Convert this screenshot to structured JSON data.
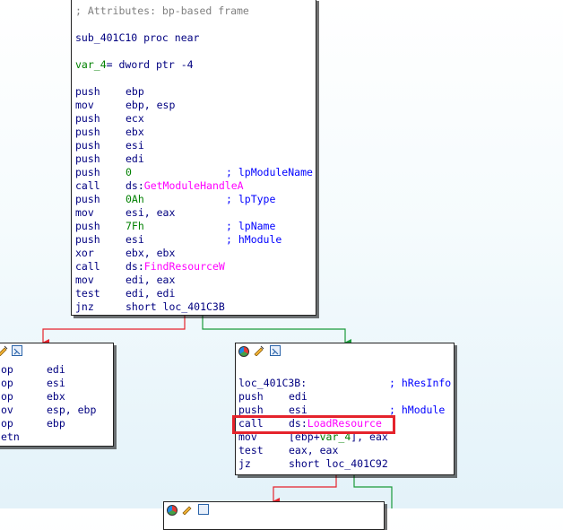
{
  "main_block": {
    "lines": [
      {
        "t": "comment",
        "text": "; Attributes: bp-based frame"
      },
      {
        "t": "blank"
      },
      {
        "t": "plain",
        "text": "sub_401C10 proc near"
      },
      {
        "t": "blank"
      },
      {
        "t": "vardef",
        "name": "var_4",
        "rest": "= dword ptr -4"
      },
      {
        "t": "blank"
      },
      {
        "t": "ins",
        "op": "push",
        "a": "ebp"
      },
      {
        "t": "ins",
        "op": "mov",
        "a": "ebp, esp"
      },
      {
        "t": "ins",
        "op": "push",
        "a": "ecx"
      },
      {
        "t": "ins",
        "op": "push",
        "a": "ebx"
      },
      {
        "t": "ins",
        "op": "push",
        "a": "esi"
      },
      {
        "t": "ins",
        "op": "push",
        "a": "edi"
      },
      {
        "t": "ins",
        "op": "push",
        "num": "0",
        "cmt": "; lpModuleName"
      },
      {
        "t": "ins",
        "op": "call",
        "pre": "ds:",
        "sym": "GetModuleHandleA"
      },
      {
        "t": "ins",
        "op": "push",
        "num": "0Ah",
        "cmt": "; lpType"
      },
      {
        "t": "ins",
        "op": "mov",
        "a": "esi, eax"
      },
      {
        "t": "ins",
        "op": "push",
        "num": "7Fh",
        "cmt": "; lpName"
      },
      {
        "t": "ins",
        "op": "push",
        "a": "esi",
        "cmt": "; hModule"
      },
      {
        "t": "ins",
        "op": "xor",
        "a": "ebx, ebx"
      },
      {
        "t": "ins",
        "op": "call",
        "pre": "ds:",
        "sym": "FindResourceW"
      },
      {
        "t": "ins",
        "op": "mov",
        "a": "edi, eax"
      },
      {
        "t": "ins",
        "op": "test",
        "a": "edi, edi"
      },
      {
        "t": "ins",
        "op": "jnz",
        "a": "short loc_401C3B"
      }
    ]
  },
  "left_block": {
    "lines": [
      {
        "op": "op",
        "a": "edi"
      },
      {
        "op": "op",
        "a": "esi"
      },
      {
        "op": "op",
        "a": "ebx"
      },
      {
        "op": "ov",
        "a": "esp, ebp"
      },
      {
        "op": "op",
        "a": "ebp"
      },
      {
        "op": "etn",
        "a": ""
      }
    ]
  },
  "right_block": {
    "label": "loc_401C3B:",
    "label_cmt": "; hResInfo",
    "lines": [
      {
        "op": "push",
        "a": "edi"
      },
      {
        "op": "push",
        "a": "esi",
        "cmt": "; hModule"
      },
      {
        "op": "call",
        "pre": "ds:",
        "sym": "LoadResource",
        "highlight": true
      },
      {
        "op": "mov",
        "pre": "[ebp+",
        "var": "var_4",
        "post": "], eax"
      },
      {
        "op": "test",
        "a": "eax, eax"
      },
      {
        "op": "jz",
        "a": "short loc_401C92"
      }
    ]
  },
  "colors": {
    "edge_false": "#e5232c",
    "edge_true": "#1a9a3a",
    "highlight": "#e5232c"
  },
  "icons": [
    "color-icon",
    "rename-icon",
    "graph-icon"
  ]
}
